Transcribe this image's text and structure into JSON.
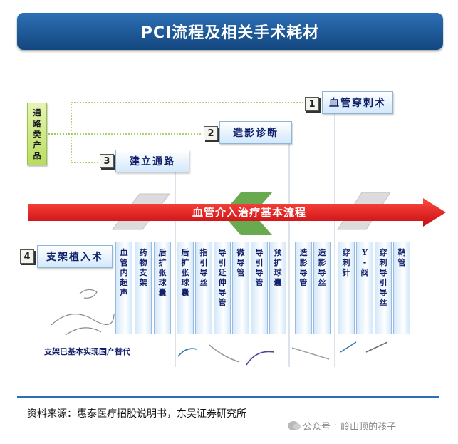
{
  "title": "PCI流程及相关手术耗材",
  "category_box": {
    "chars": [
      "通",
      "路",
      "类",
      "产",
      "品"
    ]
  },
  "steps": [
    {
      "num": "1",
      "label": "血管穿刺术"
    },
    {
      "num": "2",
      "label": "造影诊断"
    },
    {
      "num": "3",
      "label": "建立通路"
    },
    {
      "num": "4",
      "label": "支架植入术"
    }
  ],
  "arrow_label": "血管介入治疗基本流程",
  "columns": [
    [
      "血",
      "管",
      "内",
      "超",
      "声"
    ],
    [
      "药",
      "物",
      "支",
      "架"
    ],
    [
      "后",
      "扩",
      "张",
      "球",
      "囊"
    ],
    [
      "后",
      "扩",
      "张",
      "球",
      "囊"
    ],
    [
      "指",
      "引",
      "导",
      "丝"
    ],
    [
      "导",
      "引",
      "延",
      "伸",
      "导",
      "管"
    ],
    [
      "微",
      "导",
      "管"
    ],
    [
      "导",
      "引",
      "导",
      "管"
    ],
    [
      "预",
      "扩",
      "球",
      "囊"
    ],
    [
      "造",
      "影",
      "导",
      "管"
    ],
    [
      "造",
      "影",
      "导",
      "丝"
    ],
    [
      "穿",
      "刺",
      "针"
    ],
    [
      "Y",
      "-",
      "阀"
    ],
    [
      "穿",
      "刺",
      "导",
      "引",
      "导",
      "丝"
    ],
    [
      "鞘",
      "管"
    ]
  ],
  "note": "支架已基本实现国产替代",
  "source": "资料来源：惠泰医疗招股说明书，东吴证券研究所",
  "watermark": {
    "name": "公众号",
    "separator": "·",
    "author": "岭山顶的孩子"
  },
  "colors": {
    "title_bg": "#1c5597",
    "arrow": "#e8141b",
    "green": "#b8dd5e",
    "step_text": "#0f1f6a"
  }
}
